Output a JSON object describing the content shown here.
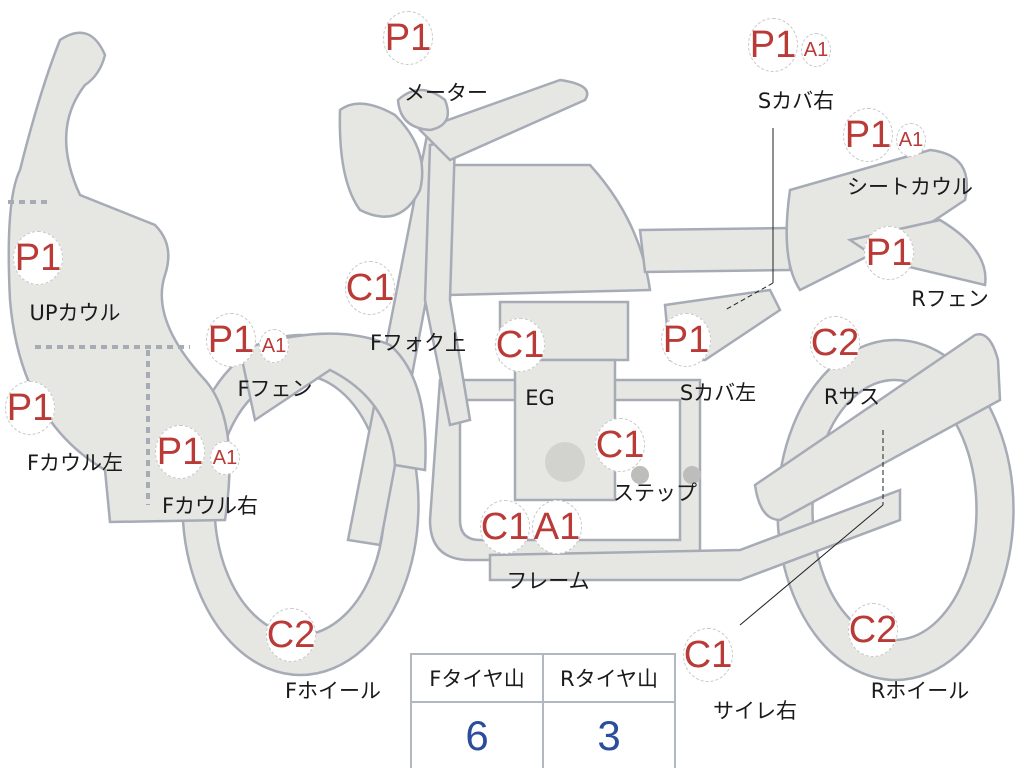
{
  "colors": {
    "part_fill": "#e6e6e3",
    "outline": "#a6abb6",
    "grade_text": "#b93a36",
    "value_text": "#2c4c9c"
  },
  "parts": [
    {
      "label": "メーター",
      "grades": [
        "P1"
      ]
    },
    {
      "label": "Sカバ右",
      "grades": [
        "P1",
        "A1"
      ]
    },
    {
      "label": "シートカウル",
      "grades": [
        "P1",
        "A1"
      ]
    },
    {
      "label": "Rフェン",
      "grades": [
        "P1"
      ]
    },
    {
      "label": "UPカウル",
      "grades": [
        "P1"
      ]
    },
    {
      "label": "Fフェン",
      "grades": [
        "P1",
        "A1"
      ]
    },
    {
      "label": "Fフォク上",
      "grades": [
        "C1"
      ]
    },
    {
      "label": "EG",
      "grades": [
        "C1"
      ]
    },
    {
      "label": "Sカバ左",
      "grades": [
        "P1"
      ]
    },
    {
      "label": "Rサス",
      "grades": [
        "C2"
      ]
    },
    {
      "label": "Fカウル左",
      "grades": [
        "P1"
      ]
    },
    {
      "label": "Fカウル右",
      "grades": [
        "P1",
        "A1"
      ]
    },
    {
      "label": "ステップ",
      "grades": [
        "C1"
      ]
    },
    {
      "label": "フレーム",
      "grades": [
        "C1",
        "A1"
      ]
    },
    {
      "label": "Fホイール",
      "grades": [
        "C2"
      ]
    },
    {
      "label": "サイレ右",
      "grades": [
        "C1"
      ]
    },
    {
      "label": "Rホイール",
      "grades": [
        "C2"
      ]
    }
  ],
  "tire_table": {
    "headers": [
      "Fタイヤ山",
      "Rタイヤ山"
    ],
    "values": [
      "6",
      "3"
    ]
  }
}
